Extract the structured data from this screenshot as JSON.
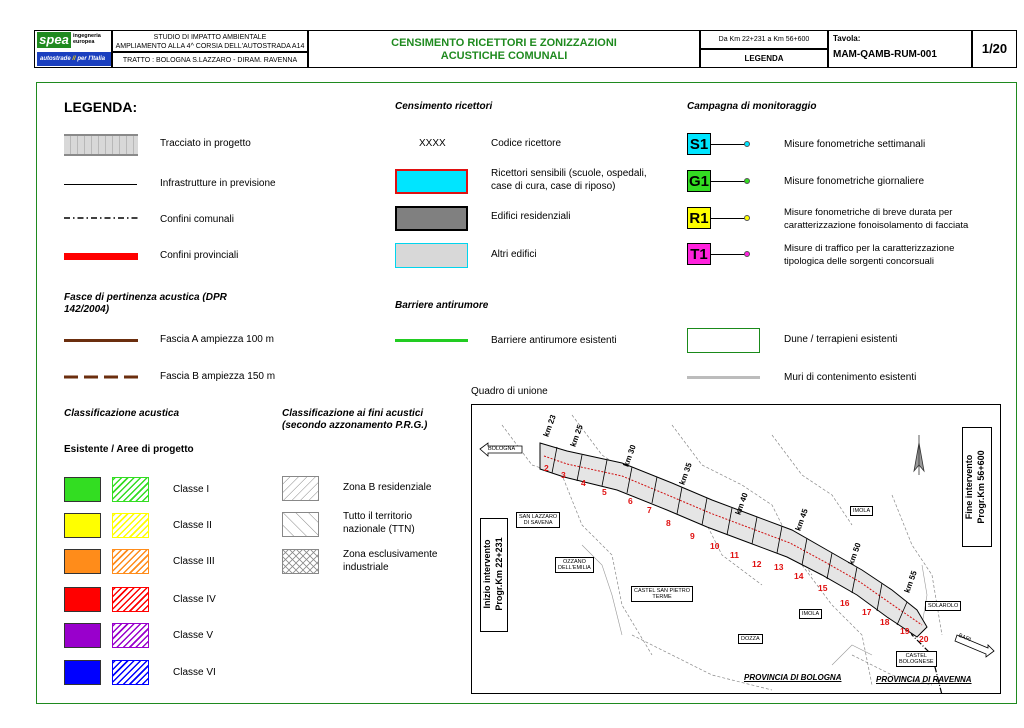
{
  "header": {
    "logo_spea": "spea",
    "logo_ingegneria": "ingegneria europea",
    "logo_autostrade_sub": "autostrade",
    "logo_autostrade": "autostrade",
    "logo_italia": "per l'Italia",
    "study_title_line1": "STUDIO DI IMPATTO AMBIENTALE",
    "study_title_line2": "AMPLIAMENTO ALLA 4^ CORSIA DELL'AUTOSTRADA A14",
    "tratto": "TRATTO : BOLOGNA S.LAZZARO - DIRAM. RAVENNA",
    "main_title_line1": "CENSIMENTO RICETTORI E ZONIZZAZIONI",
    "main_title_line2": "ACUSTICHE COMUNALI",
    "km_range": "Da Km 22+231 a Km 56+600",
    "legenda_label": "LEGENDA",
    "tavola_label": "Tavola:",
    "tavola_code": "MAM-QAMB-RUM-001",
    "page": "1/20"
  },
  "legend": {
    "title": "LEGENDA:",
    "col1": [
      {
        "label": "Tracciato in progetto"
      },
      {
        "label": "Infrastrutture in previsione"
      },
      {
        "label": "Confini comunali"
      },
      {
        "label": "Confini provinciali"
      }
    ],
    "fasce_title": "Fasce di pertinenza acustica (DPR 142/2004)",
    "fasce": [
      {
        "label": "Fascia A ampiezza 100 m"
      },
      {
        "label": "Fascia B ampiezza 150 m"
      }
    ],
    "classificazione_title": "Classificazione acustica",
    "esistente_title": "Esistente / Aree di progetto",
    "classi": [
      {
        "label": "Classe I",
        "color": "#33dd22"
      },
      {
        "label": "Classe II",
        "color": "#ffff00"
      },
      {
        "label": "Classe III",
        "color": "#ff8c1a"
      },
      {
        "label": "Classe IV",
        "color": "#ff0000"
      },
      {
        "label": "Classe V",
        "color": "#9900cc"
      },
      {
        "label": "Classe VI",
        "color": "#0000ff"
      }
    ],
    "prg_title_line1": "Classificazione ai fini acustici",
    "prg_title_line2": "(secondo azzonamento P.R.G.)",
    "prg": [
      {
        "label": "Zona B residenziale"
      },
      {
        "label_line1": "Tutto il territorio",
        "label_line2": "nazionale (TTN)"
      },
      {
        "label_line1": "Zona esclusivamente",
        "label_line2": "industriale"
      }
    ],
    "ricettori_title": "Censimento ricettori",
    "ricettori": [
      {
        "symbol": "XXXX",
        "label": "Codice ricettore"
      },
      {
        "label_line1": "Ricettori sensibili (scuole, ospedali,",
        "label_line2": "case di cura, case di riposo)"
      },
      {
        "label": "Edifici residenziali"
      },
      {
        "label": "Altri edifici"
      }
    ],
    "barriere_title": "Barriere antirumore",
    "barriere_label": "Barriere antirumore esistenti",
    "campagna_title": "Campagna di monitoraggio",
    "campagna": [
      {
        "code": "S1",
        "color": "#00e5ff",
        "label": "Misure fonometriche settimanali"
      },
      {
        "code": "G1",
        "color": "#33dd22",
        "label": "Misure fonometriche giornaliere"
      },
      {
        "code": "R1",
        "color": "#ffff00",
        "label_line1": "Misure fonometriche di breve durata per",
        "label_line2": "caratterizzazione fonoisolamento di facciata"
      },
      {
        "code": "T1",
        "color": "#ff22dd",
        "label_line1": "Misure di traffico per la caratterizzazione",
        "label_line2": "tipologica delle sorgenti concorsuali"
      }
    ],
    "dune_label": "Dune / terrapieni esistenti",
    "muri_label": "Muri di contenimento esistenti"
  },
  "map": {
    "title": "Quadro di unione",
    "bologna": "BOLOGNA",
    "bari": "BARI",
    "inizio_line1": "Inizio intervento",
    "inizio_line2": "Progr.Km 22+231",
    "fine_line1": "Fine intervento",
    "fine_line2": "Progr.Km 56+600",
    "towns": [
      {
        "name_line1": "SAN LAZZARO",
        "name_line2": "DI SAVENA"
      },
      {
        "name_line1": "OZZANO",
        "name_line2": "DELL'EMILIA"
      },
      {
        "name_line1": "CASTEL SAN PIETRO",
        "name_line2": "TERME"
      },
      {
        "name": "DOZZA"
      },
      {
        "name": "IMOLA"
      },
      {
        "name": "IMOLA"
      },
      {
        "name": "SOLAROLO"
      },
      {
        "name_line1": "CASTEL",
        "name_line2": "BOLOGNESE"
      }
    ],
    "km_labels": [
      "km 23",
      "km 25",
      "km 30",
      "km 35",
      "km 40",
      "km 45",
      "km 50",
      "km 55"
    ],
    "tavole": [
      "2",
      "3",
      "4",
      "5",
      "6",
      "7",
      "8",
      "9",
      "10",
      "11",
      "12",
      "13",
      "14",
      "15",
      "16",
      "17",
      "18",
      "19",
      "20"
    ],
    "prov_bologna": "PROVINCIA DI BOLOGNA",
    "prov_ravenna": "PROVINCIA DI RAVENNA"
  }
}
